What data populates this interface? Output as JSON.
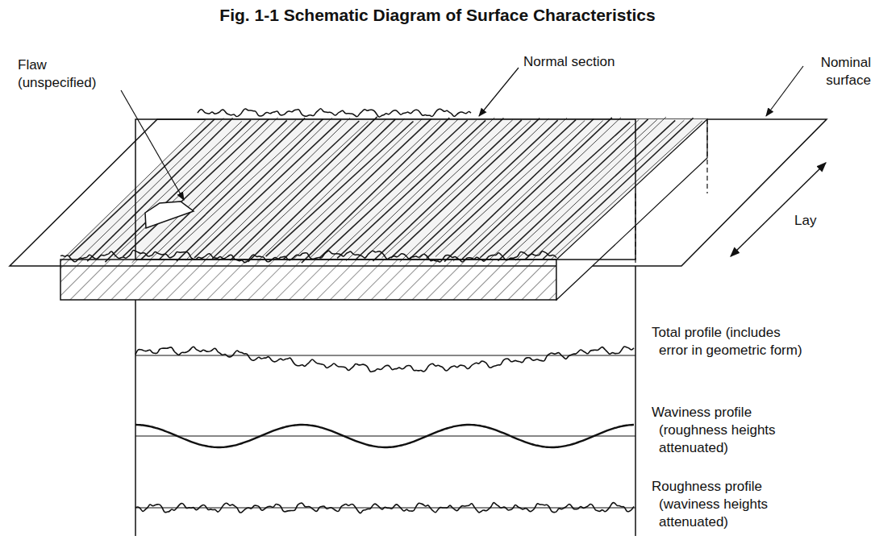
{
  "diagram": {
    "title": "Fig. 1-1 Schematic Diagram of Surface Characteristics",
    "labels": [
      "Flaw (unspecified)",
      "Normal section",
      "Nominal surface",
      "Lay",
      "Total profile (includes error in geometric form)",
      "Waviness profile (roughness heights attenuated)",
      "Roughness profile (waviness heights attenuated)"
    ]
  }
}
